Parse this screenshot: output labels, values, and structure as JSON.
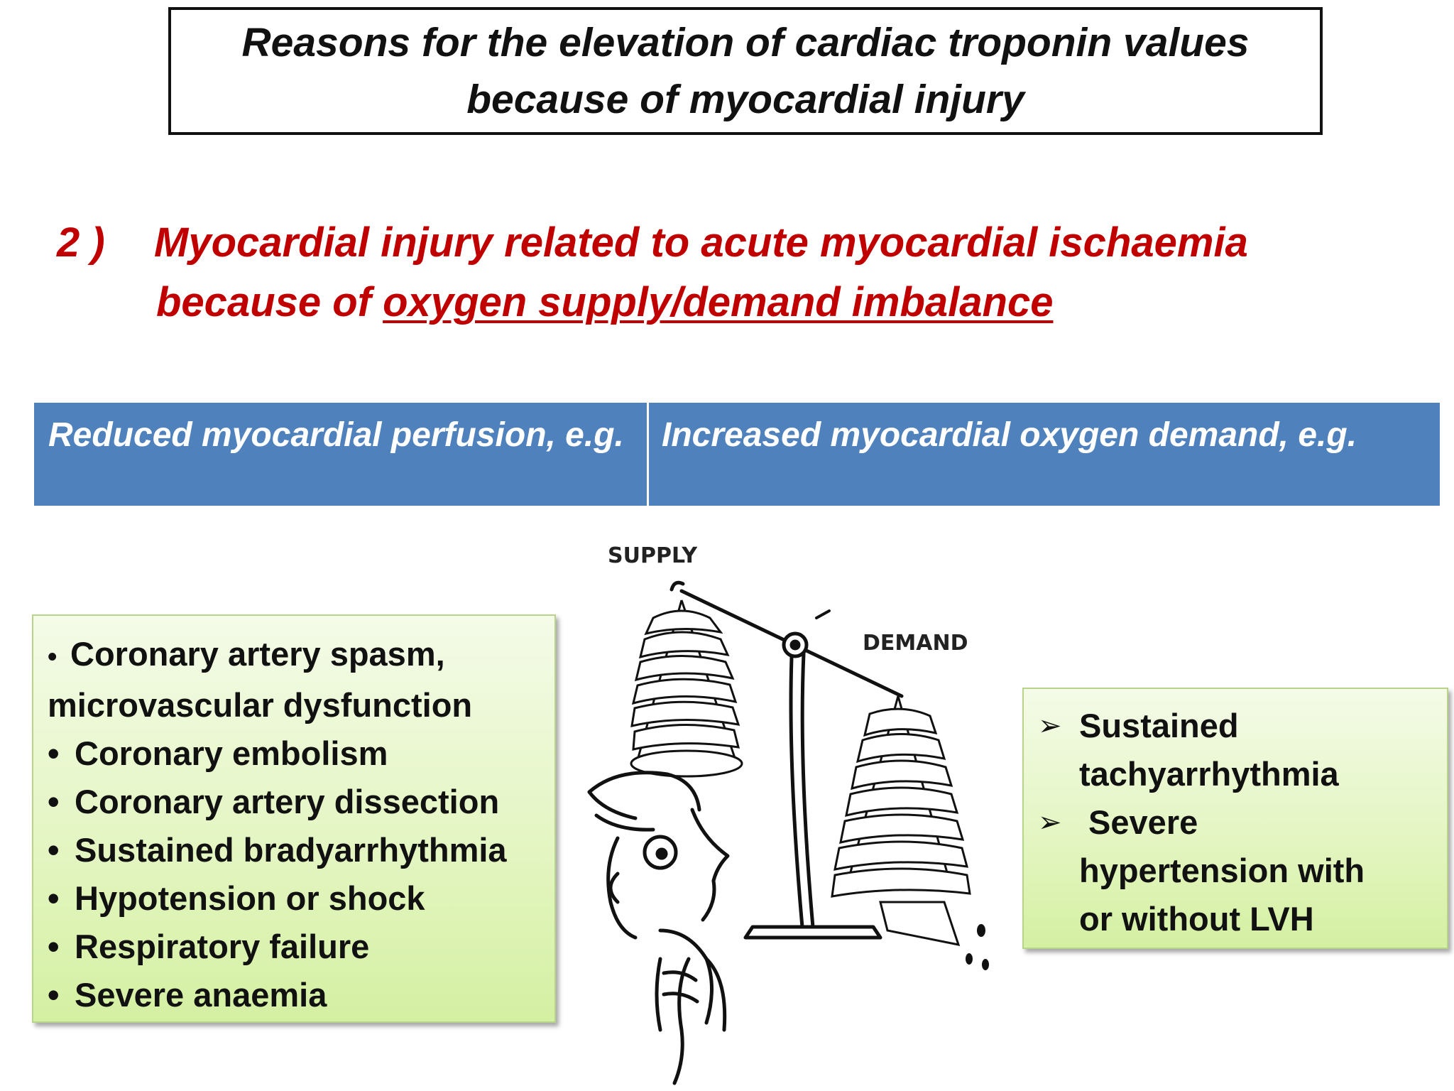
{
  "title": {
    "line1": "Reasons for the elevation of cardiac troponin values",
    "line2": "because of myocardial injury"
  },
  "subtitle": {
    "number": "2 )",
    "line1": "Myocardial injury related to acute myocardial ischaemia",
    "line2_prefix": "because of ",
    "line2_underlined": "oxygen supply/demand imbalance"
  },
  "header": {
    "left": "Reduced myocardial perfusion, e.g.",
    "right": "Increased myocardial oxygen demand, e.g."
  },
  "perfusion_list": {
    "bullet": "•",
    "items": [
      "Coronary artery spasm,",
      "microvascular dysfunction",
      "Coronary embolism",
      "Coronary artery dissection",
      "Sustained bradyarrhythmia",
      "Hypotension or shock",
      "Respiratory failure",
      "Severe anaemia"
    ]
  },
  "demand_list": {
    "arrow": "➢",
    "items": [
      {
        "lines": [
          "Sustained",
          "tachyarrhythmia"
        ]
      },
      {
        "lines": [
          " Severe",
          "hypertension with",
          "or without LVH"
        ]
      }
    ]
  },
  "cartoon": {
    "supply_label": "SUPPLY",
    "demand_label": "DEMAND"
  }
}
